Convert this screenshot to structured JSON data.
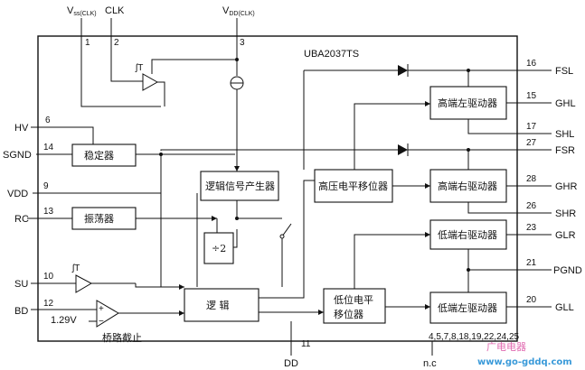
{
  "chip": {
    "name": "UBA2037TS"
  },
  "top_pins": [
    {
      "id": "vss",
      "main": "V",
      "sub": "ss(CLK)",
      "num": "1"
    },
    {
      "id": "clk",
      "main": "CLK",
      "sub": "",
      "num": "2"
    },
    {
      "id": "vdd_clk",
      "main": "V",
      "sub": "DD(CLK)",
      "num": "3"
    }
  ],
  "left_pins": [
    {
      "id": "hv",
      "label": "HV",
      "num": "6"
    },
    {
      "id": "sgnd",
      "label": "SGND",
      "num": "14"
    },
    {
      "id": "vdd",
      "label": "VDD",
      "num": "9"
    },
    {
      "id": "rc",
      "label": "RC",
      "num": "13"
    },
    {
      "id": "su",
      "label": "SU",
      "num": "10"
    },
    {
      "id": "bd",
      "label": "BD",
      "num": "12"
    }
  ],
  "right_pins": [
    {
      "id": "fsl",
      "label": "FSL",
      "num": "16"
    },
    {
      "id": "ghl",
      "label": "GHL",
      "num": "15"
    },
    {
      "id": "shl",
      "label": "SHL",
      "num": "17"
    },
    {
      "id": "fsr",
      "label": "FSR",
      "num": "27"
    },
    {
      "id": "ghr",
      "label": "GHR",
      "num": "28"
    },
    {
      "id": "shr",
      "label": "SHR",
      "num": "26"
    },
    {
      "id": "glr",
      "label": "GLR",
      "num": "23"
    },
    {
      "id": "pgnd",
      "label": "PGND",
      "num": "21"
    },
    {
      "id": "gll",
      "label": "GLL",
      "num": "20"
    }
  ],
  "bottom_pins": [
    {
      "id": "dd",
      "label": "DD",
      "num": "11"
    },
    {
      "id": "nc",
      "label": "n.c",
      "num": "4,5,7,8,18,19,22,24,25"
    }
  ],
  "blocks": {
    "stabilizer": "稳定器",
    "oscillator": "振荡器",
    "logic_gen": "逻辑信号产生器",
    "divider": "÷2",
    "logic": "逻 辑",
    "hv_shifter": "高压电平移位器",
    "lv_shifter_1": "低位电平",
    "lv_shifter_2": "移位器",
    "hs_left": "高端左驱动器",
    "hs_right": "高端右驱动器",
    "ls_right": "低端右驱动器",
    "ls_left": "低端左驱动器"
  },
  "annotations": {
    "voltage": "1.29V",
    "bridge_cutoff": "桥路截止",
    "schmitt": "ʃT"
  },
  "watermark": {
    "site": "www.go-gddq.com",
    "cn": "广电电器"
  }
}
